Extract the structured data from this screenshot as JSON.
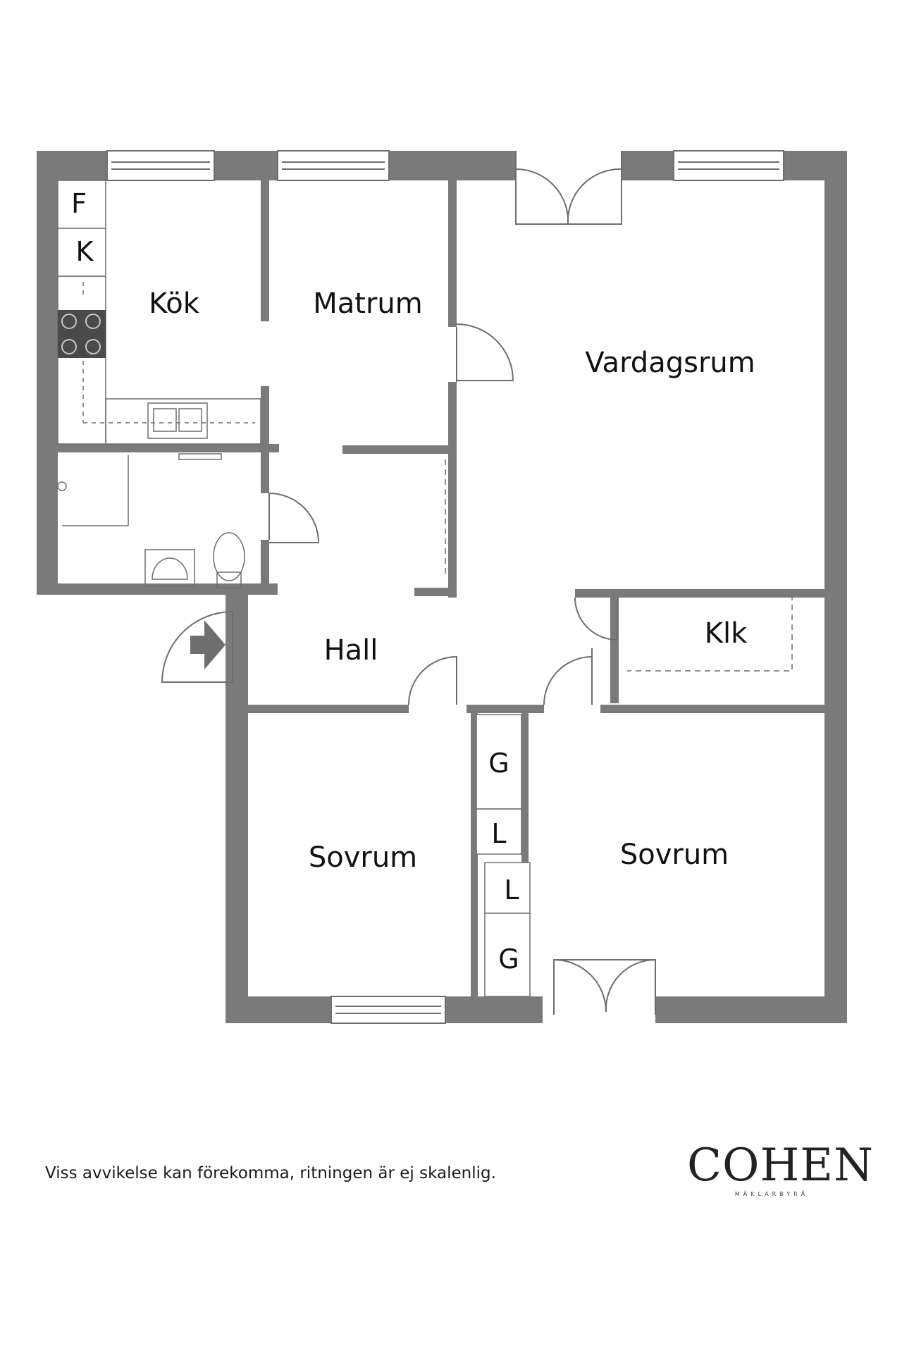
{
  "colors": {
    "wall": "#7a7a7a",
    "line": "#6e6e6e",
    "background": "#ffffff",
    "stove": "#4a4a4a"
  },
  "rooms": {
    "kitchen": "Kök",
    "dining": "Matrum",
    "living": "Vardagsrum",
    "hall": "Hall",
    "walk_in_closet": "Klk",
    "bedroom_left": "Sovrum",
    "bedroom_right": "Sovrum"
  },
  "appliances": {
    "freezer": "F",
    "fridge": "K"
  },
  "closets": {
    "left_upper": "G",
    "left_lower": "L",
    "right_upper": "L",
    "right_lower": "G"
  },
  "footer": {
    "disclaimer": "Viss avvikelse kan förekomma, ritningen är ej skalenlig."
  },
  "logo": {
    "name": "COHEN",
    "subtitle": "MÄKLARBYRÅ"
  },
  "icons": {
    "entrance": "entrance-arrow-icon"
  }
}
